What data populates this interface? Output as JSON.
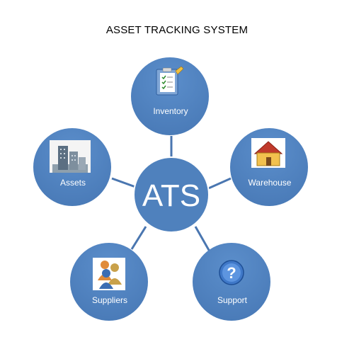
{
  "title": "ASSET TRACKING SYSTEM",
  "center": {
    "label": "ATS"
  },
  "nodes": {
    "inventory": {
      "label": "Inventory",
      "icon": "clipboard-checklist-icon"
    },
    "warehouse": {
      "label": "Warehouse",
      "icon": "house-icon"
    },
    "support": {
      "label": "Support",
      "icon": "help-question-icon"
    },
    "suppliers": {
      "label": "Suppliers",
      "icon": "people-group-icon"
    },
    "assets": {
      "label": "Assets",
      "icon": "city-buildings-icon"
    }
  },
  "colors": {
    "circle_fill": "#4f81bd",
    "circle_stroke": "#3e6fa8",
    "connector": "#4a76b0",
    "text": "#ffffff"
  }
}
